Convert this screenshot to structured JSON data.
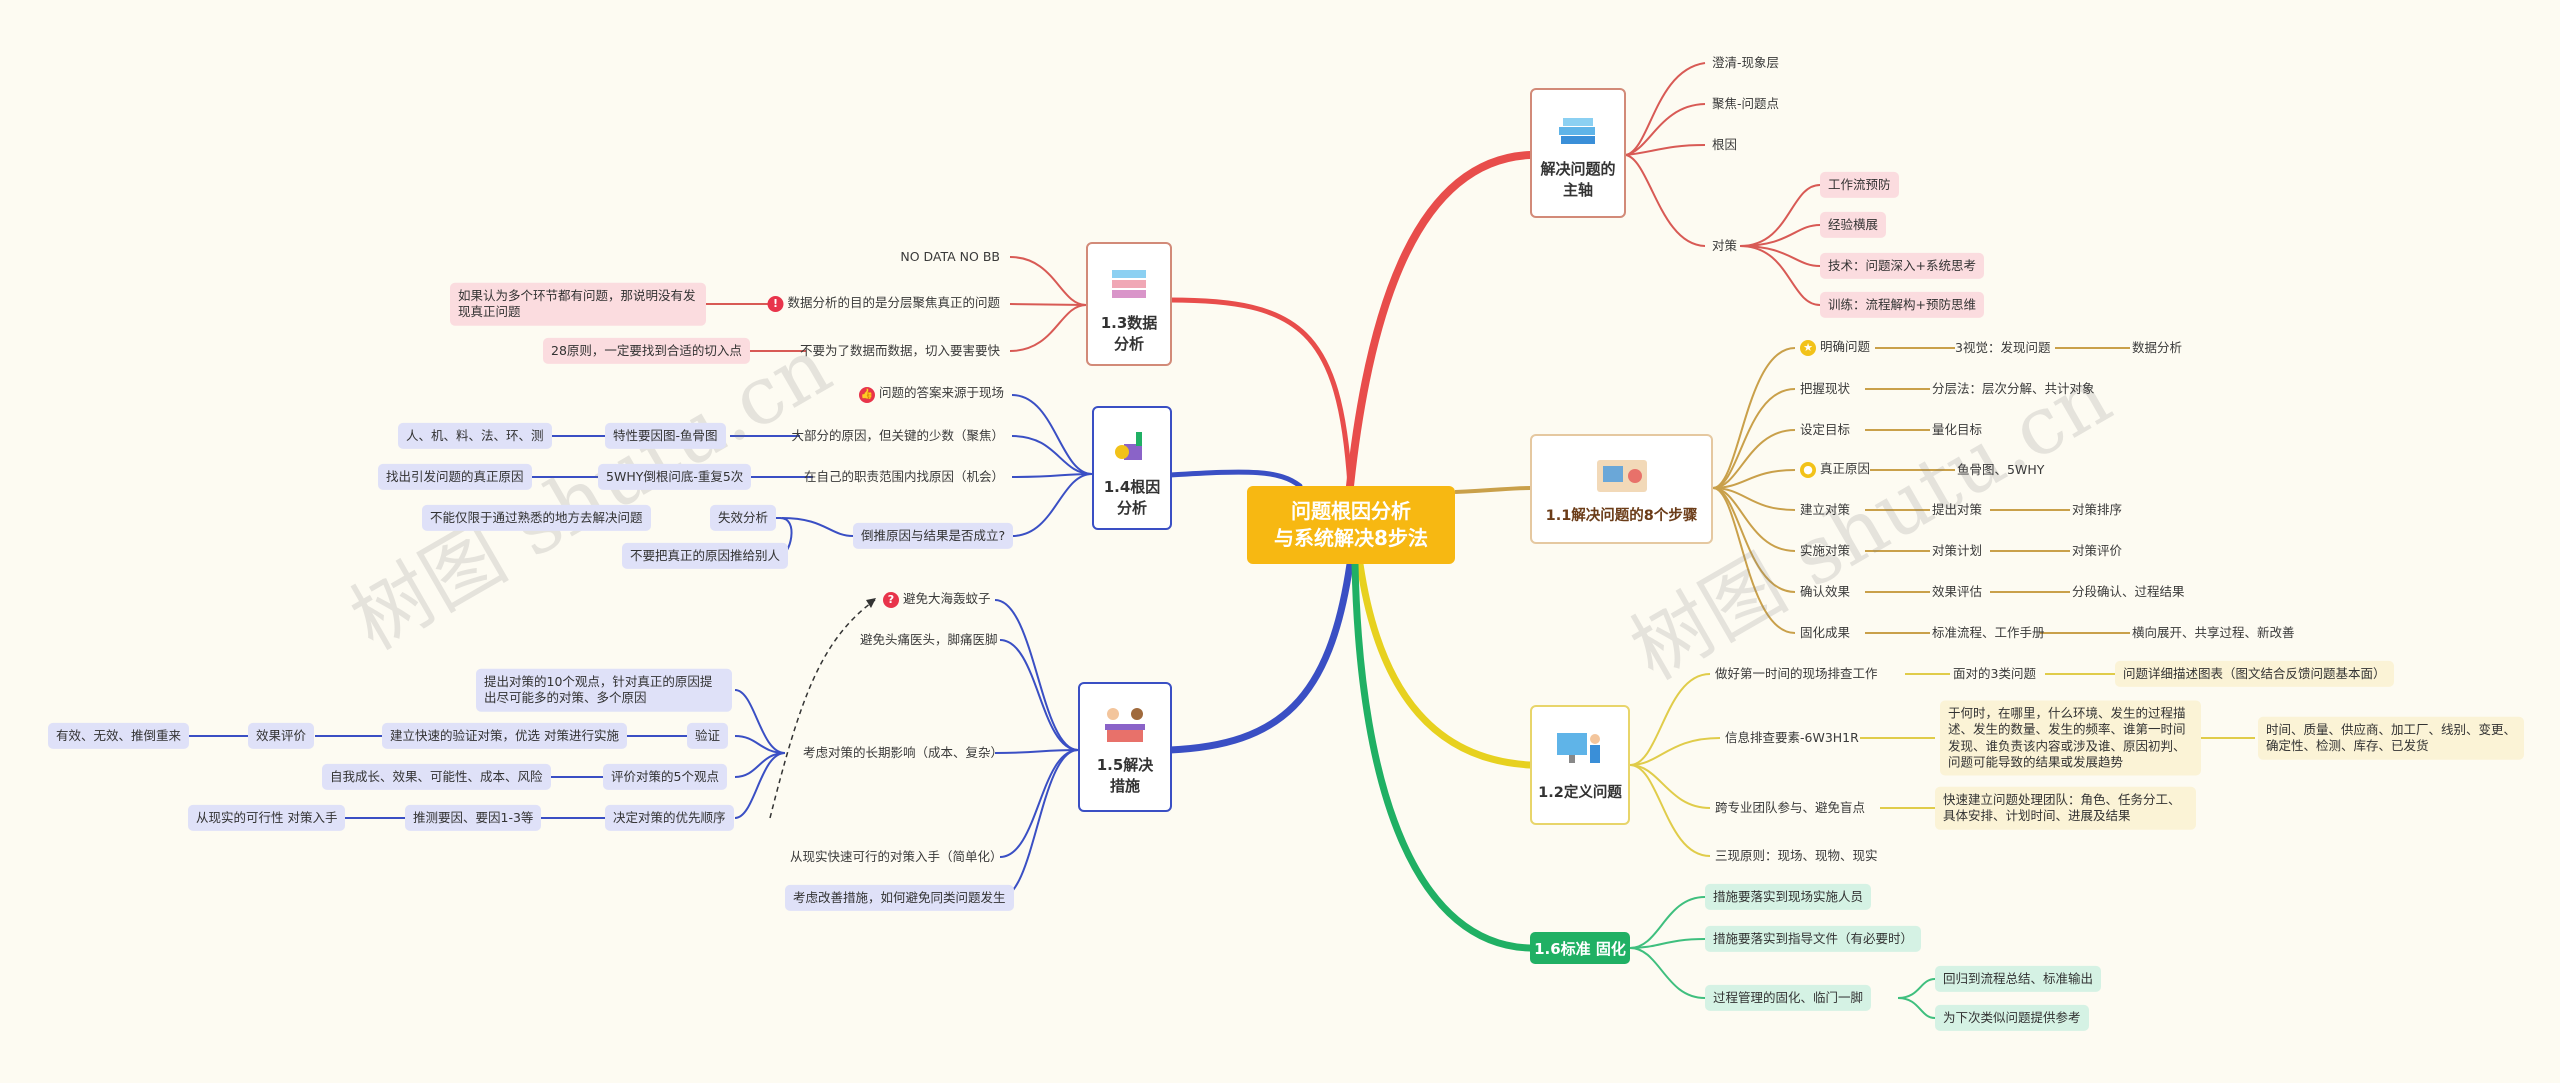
{
  "center": {
    "line1": "问题根因分析",
    "line2": "与系统解决8步法"
  },
  "watermark": "树图 shutu.cn",
  "main_axis": {
    "title_l1": "解决问题的",
    "title_l2": "主轴",
    "items": [
      "澄清-现象层",
      "聚焦-问题点",
      "根因",
      "对策"
    ],
    "countermeasures": [
      "工作流预防",
      "经验横展",
      "技术：问题深入+系统思考",
      "训练：流程解构+预防思维"
    ]
  },
  "steps": {
    "title": "1.1解决问题的8个步骤",
    "rows": [
      {
        "a": "明确问题",
        "b": "3视觉：发现问题",
        "c": "数据分析"
      },
      {
        "a": "把握现状",
        "b": "分层法：层次分解、共计对象",
        "c": ""
      },
      {
        "a": "设定目标",
        "b": "量化目标",
        "c": ""
      },
      {
        "a": "真正原因",
        "b": "鱼骨图、5WHY",
        "c": ""
      },
      {
        "a": "建立对策",
        "b": "提出对策",
        "c": "对策排序"
      },
      {
        "a": "实施对策",
        "b": "对策计划",
        "c": "对策评价"
      },
      {
        "a": "确认效果",
        "b": "效果评估",
        "c": "分段确认、过程结果"
      },
      {
        "a": "固化成果",
        "b": "标准流程、工作手册",
        "c": "横向展开、共享过程、新改善"
      }
    ]
  },
  "define": {
    "title": "1.2定义问题",
    "r1": {
      "a": "做好第一时间的现场排查工作",
      "b": "面对的3类问题",
      "c": "问题详细描述图表（图文结合反馈问题基本面）"
    },
    "r2": {
      "a": "信息排查要素-6W3H1R",
      "b": "于何时，在哪里，什么环境、发生的过程描述、发生的数量、发生的频率、谁第一时间发现、谁负责该内容或涉及谁、原因初判、问题可能导致的结果或发展趋势",
      "c": "时间、质量、供应商、加工厂、线别、变更、确定性、检测、库存、已发货"
    },
    "r3": {
      "a": "跨专业团队参与、避免盲点",
      "b": "快速建立问题处理团队：角色、任务分工、具体安排、计划时间、进展及结果"
    },
    "r4": {
      "a": "三现原则：现场、现物、现实"
    }
  },
  "standard": {
    "title": "1.6标准 固化",
    "items": [
      "措施要落实到现场实施人员",
      "措施要落实到指导文件（有必要时）",
      "过程管理的固化、临门一脚"
    ],
    "sub": [
      "回归到流程总结、标准输出",
      "为下次类似问题提供参考"
    ]
  },
  "data": {
    "title_l1": "1.3数据",
    "title_l2": "分析",
    "items": [
      "NO DATA NO BB",
      "数据分析的目的是分层聚焦真正的问题",
      "不要为了数据而数据，切入要害要快"
    ],
    "left": [
      "如果认为多个环节都有问题，那说明没有发现真正问题",
      "28原则，一定要找到合适的切入点"
    ]
  },
  "root": {
    "title_l1": "1.4根因",
    "title_l2": "分析",
    "items": [
      "问题的答案来源于现场",
      "大部分的原因，但关键的少数（聚焦）",
      "在自己的职责范围内找原因（机会）",
      "倒推原因与结果是否成立?"
    ],
    "fishbone": "特性要因图-鱼骨图",
    "fishbone_left": "人、机、料、法、环、测",
    "why": "5WHY倒根问底-重复5次",
    "why_left": "找出引发问题的真正原因",
    "fail": "失效分析",
    "fail_left": [
      "不能仅限于通过熟悉的地方去解决问题",
      "不要把真正的原因推给别人"
    ]
  },
  "solve": {
    "title_l1": "1.5解决",
    "title_l2": "措施",
    "items": [
      "避免大海轰蚊子",
      "避免头痛医头，脚痛医脚",
      "考虑对策的长期影响（成本、复杂）",
      "从现实快速可行的对策入手（简单化）",
      "考虑改善措施，如何避免同类问题发生"
    ],
    "verify": "验证",
    "verify_top": "提出对策的10个观点，针对真正的原因提出尽可能多的对策、多个原因",
    "verify_mid": "建立快速的验证对策，优选 对策进行实施",
    "effect": "效果评价",
    "effect_left": "有效、无效、推倒重来",
    "eval5": "评价对策的5个观点",
    "eval5_left": "自我成长、效果、可能性、成本、风险",
    "priority": "决定对策的优先顺序",
    "priority_mid": "推测要因、要因1-3等",
    "priority_left": "从现实的可行性 对策入手"
  },
  "colors": {
    "red": "#e84d4b",
    "blue": "#3a4fc4",
    "olive": "#c9a04a",
    "yellow": "#e7d11f",
    "green": "#20b064",
    "center": "#f7b812"
  }
}
